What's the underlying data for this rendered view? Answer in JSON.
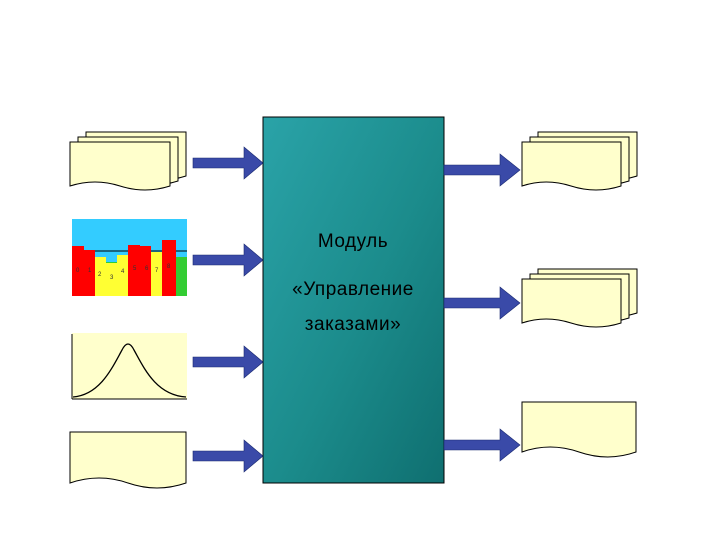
{
  "module": {
    "line1": "Модуль",
    "line2": "«Управление",
    "line3": "заказами»"
  },
  "colors": {
    "module_fill": "#1b8b8b",
    "document_fill": "#ffffcc",
    "arrow_fill": "#3a4aa8",
    "chart_sky": "#33ccff",
    "chart_red": "#ff0000",
    "chart_yellow": "#ffff33",
    "chart_green": "#33cc33"
  },
  "icons": {
    "inputs": [
      "stacked-documents-icon",
      "bar-chart-icon",
      "bell-curve-icon",
      "document-icon"
    ],
    "outputs": [
      "stacked-documents-icon",
      "stacked-documents-icon",
      "document-icon"
    ]
  }
}
